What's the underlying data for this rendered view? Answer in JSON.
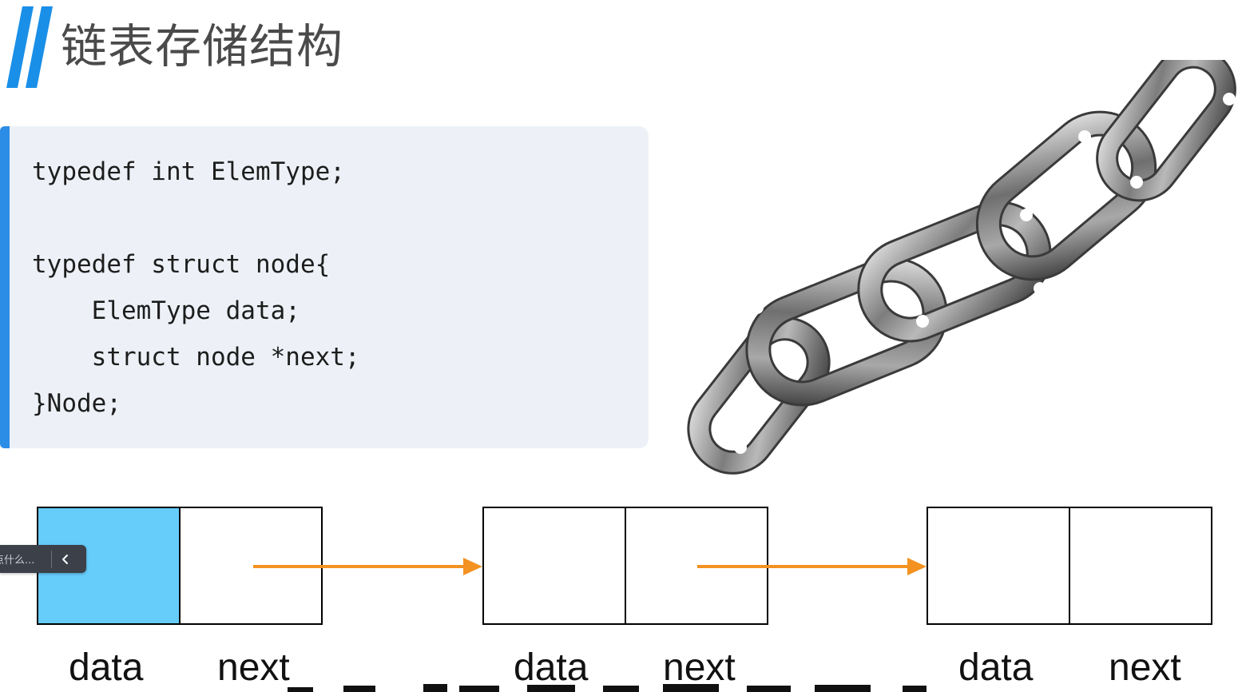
{
  "slide": {
    "title": "链表存储结构",
    "accent_color": "#1a8fe8"
  },
  "code": {
    "lines": [
      "typedef int ElemType;",
      "typedef struct node{",
      "    ElemType data;",
      "    struct node *next;",
      "}Node;"
    ]
  },
  "illustration": {
    "icon": "chain-links-icon"
  },
  "diagram": {
    "nodes": [
      {
        "data_label": "data",
        "next_label": "next",
        "data_highlighted": true
      },
      {
        "data_label": "data",
        "next_label": "next",
        "data_highlighted": false
      },
      {
        "data_label": "data",
        "next_label": "next",
        "data_highlighted": false
      }
    ],
    "highlight_color": "#66ccfa",
    "arrow_color": "#f39220"
  },
  "widget": {
    "text": "点什么...",
    "icon": "chevron-left-icon"
  }
}
